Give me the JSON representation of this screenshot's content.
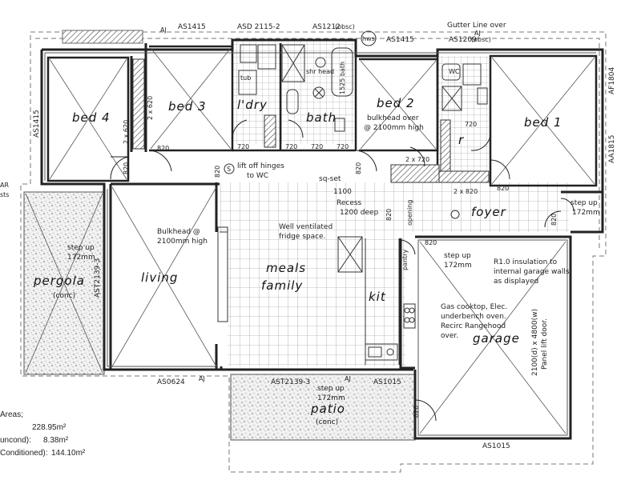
{
  "rooms": {
    "bed4": "bed 4",
    "bed3": "bed 3",
    "bed2": "bed 2",
    "bed1": "bed 1",
    "ldry": "l'dry",
    "bath": "bath",
    "living": "living",
    "meals": "meals",
    "family": "family",
    "kit": "kit",
    "pergola": "pergola",
    "pergola_sub": "(conc)",
    "patio": "patio",
    "patio_sub": "(conc)",
    "foyer": "foyer",
    "garage": "garage",
    "wc": "WC",
    "pantry": "pantry",
    "r": "r"
  },
  "windows": {
    "w1": "AS1415",
    "w2": "ASD 2115-2",
    "w3": "AS1212",
    "w3_sub": "(obsc)",
    "w4": "AS1415",
    "w5": "AS1209",
    "w5_sub": "(obsc)",
    "w6": "AS1415",
    "w7": "AF1804",
    "w8": "AA1815",
    "w9": "AS0624",
    "w10": "AST2139-3",
    "w11": "AS1015",
    "w12": "AS1015",
    "w13": "AST2139-3"
  },
  "labels": {
    "gutter": "Gutter Line over",
    "hws": "hws",
    "aj": "AJ",
    "shr_head": "shr head",
    "bulkhead_bed2": "bulkhead over",
    "bulkhead_bed2_b": "@ 2100mm high",
    "lift_off": "lift off hinges",
    "lift_off_b": "to WC",
    "sq_set": "sq-set",
    "n1100": "1100",
    "recess": "Recess",
    "recess_b": "1200 deep",
    "opening": "opening",
    "step_up_foyer": "step up",
    "step_up_foyer_b": "172mm",
    "bulkhead_living": "Bulkhead @",
    "bulkhead_living_b": "2100mm high",
    "well_vent": "Well ventilated",
    "well_vent_b": "fridge space.",
    "step_up_pergola": "step up",
    "step_up_pergola_b": "172mm",
    "step_up_garage": "step up",
    "step_up_garage_b": "172mm",
    "insulation": "R1.0 insulation to",
    "insulation_b": "internal garage walls",
    "insulation_c": "as displayed",
    "cooktop": "Gas cooktop, Elec.",
    "cooktop_b": "underbench oven.",
    "cooktop_c": "Recirc Rangehood",
    "cooktop_d": "over.",
    "garage_door": "2100(d) x 4800(w)",
    "garage_door_b": "Panel lift door.",
    "step_up_patio": "step up",
    "step_up_patio_b": "172mm",
    "d820": "820",
    "d720": "720",
    "d2x620": "2 x 620",
    "d2x720": "2 x 720",
    "d2x820": "2 x 820",
    "ar": "AR",
    "ar_b": "sts",
    "ldry_tub": "tub",
    "bath_spa": "1525 bath"
  },
  "areas": {
    "title": "Areas;",
    "total": "228.95m²",
    "uncond_label": "uncond):",
    "uncond": "8.38m²",
    "cond_label": "Conditioned):",
    "cond": "144.10m²"
  }
}
